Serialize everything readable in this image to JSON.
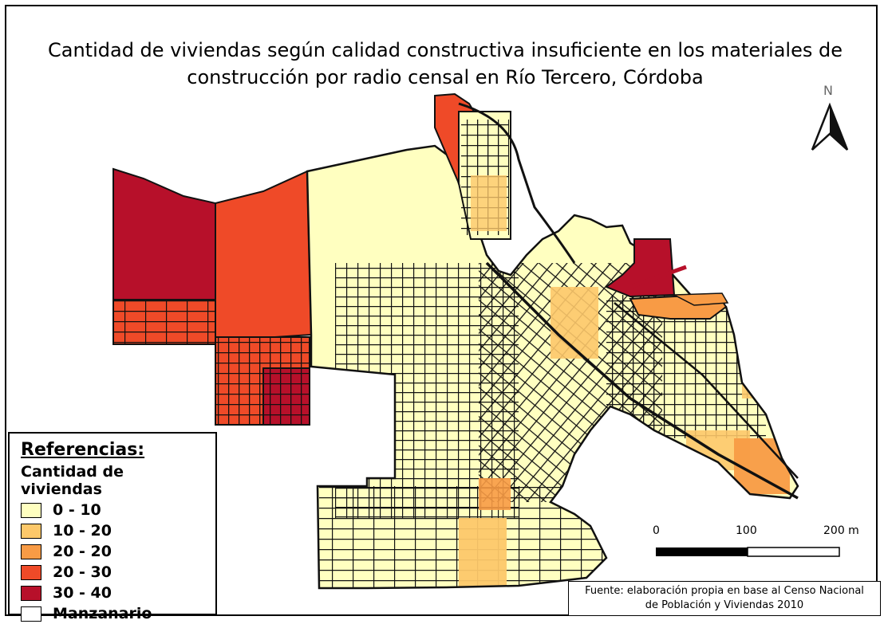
{
  "title": {
    "line1": "Cantidad de viviendas según calidad constructiva  insuficiente en los materiales de",
    "line2": "construcción por radio censal en Río Tercero, Córdoba"
  },
  "north": {
    "label": "N"
  },
  "legend": {
    "heading": "Referencias:",
    "subheading": "Cantidad de viviendas",
    "items": [
      {
        "label": "0 - 10",
        "color": "#ffffc0"
      },
      {
        "label": "10 - 20",
        "color": "#fdc86a"
      },
      {
        "label": "20 - 20",
        "color": "#f89b45"
      },
      {
        "label": "20 - 30",
        "color": "#ef4a28"
      },
      {
        "label": "30 - 40",
        "color": "#b7102a"
      }
    ],
    "outline_label": "Manzanario"
  },
  "scale": {
    "labels": [
      "0",
      "100",
      "200 m"
    ]
  },
  "source": {
    "line1": "Fuente: elaboración propia en base al Censo Nacional",
    "line2": "de Población y Viviendas 2010"
  },
  "colors": {
    "c0": "#ffffc0",
    "c1": "#fdc86a",
    "c2": "#f89b45",
    "c3": "#ef4a28",
    "c4": "#b7102a",
    "line": "#111111"
  }
}
